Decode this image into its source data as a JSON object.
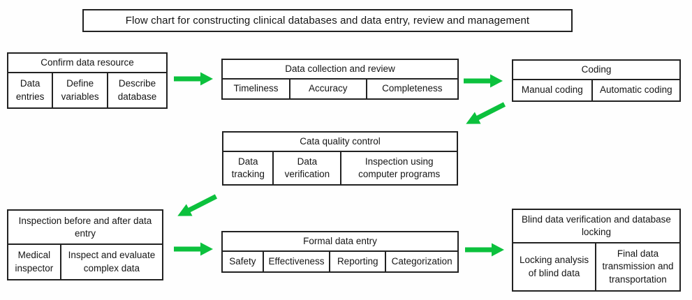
{
  "title": "Flow chart for constructing clinical databases and data entry, review and management",
  "colors": {
    "arrow": "#0cc13d",
    "border": "#222222",
    "text": "#151515",
    "background": "#fefefe"
  },
  "boxes": {
    "confirm_data_resource": {
      "header": "Confirm data resource",
      "cells": [
        "Data entries",
        "Define variables",
        "Describe database"
      ]
    },
    "data_collection_review": {
      "header": "Data collection and review",
      "cells": [
        "Timeliness",
        "Accuracy",
        "Completeness"
      ]
    },
    "coding": {
      "header": "Coding",
      "cells": [
        "Manual coding",
        "Automatic coding"
      ]
    },
    "data_quality_control": {
      "header": "Cata quality control",
      "cells": [
        "Data tracking",
        "Data verification",
        "Inspection using computer programs"
      ]
    },
    "inspection_before_after": {
      "header": "Inspection before and after data entry",
      "cells": [
        "Medical inspector",
        "Inspect and evaluate complex data"
      ]
    },
    "formal_data_entry": {
      "header": "Formal data entry",
      "cells": [
        "Safety",
        "Effectiveness",
        "Reporting",
        "Categorization"
      ]
    },
    "blind_verification_locking": {
      "header": "Blind data verification and database locking",
      "cells": [
        "Locking analysis of blind data",
        "Final data transmission and transportation"
      ]
    }
  }
}
